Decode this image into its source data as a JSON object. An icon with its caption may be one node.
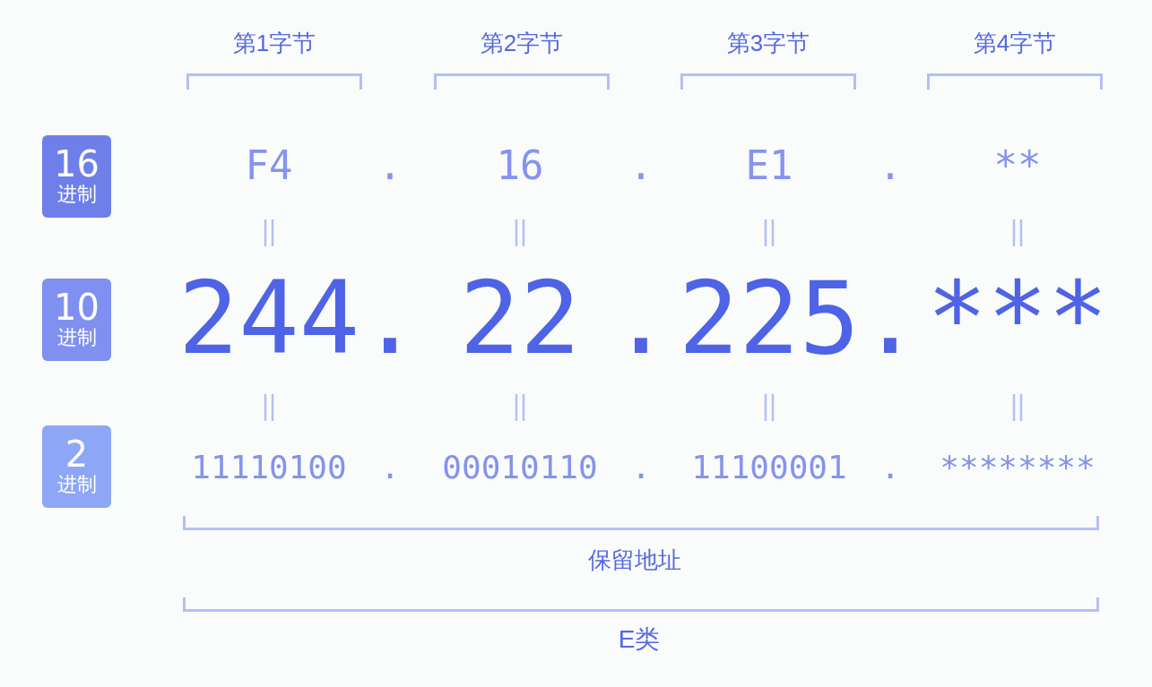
{
  "diagram": {
    "nodes": [
      {
        "text": [
          "16",
          "进制"
        ]
      },
      {
        "text": [
          "10",
          "进制"
        ]
      },
      {
        "text": [
          "2",
          "进制"
        ]
      }
    ],
    "edges": [],
    "labels": [
      "第1字节",
      "第2字节",
      "第3字节",
      "第4字节",
      "F4",
      ".",
      "16",
      ".",
      "E1",
      ".",
      "**",
      "244",
      ".",
      "22",
      ".",
      "225",
      ".",
      "***",
      "11110100",
      ".",
      "00010110",
      ".",
      "11100001",
      ".",
      "********",
      "保留地址",
      "E类"
    ]
  }
}
